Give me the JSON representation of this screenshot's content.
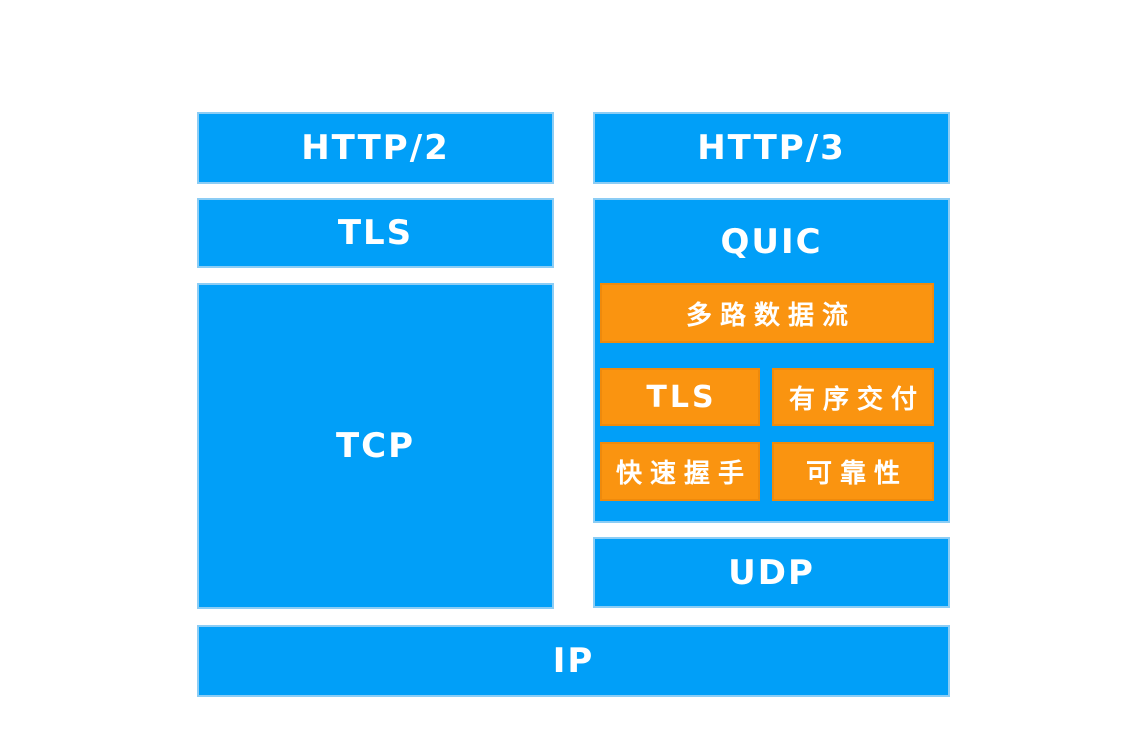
{
  "diagram": {
    "left_stack": {
      "http2": "HTTP/2",
      "tls": "TLS",
      "tcp": "TCP"
    },
    "right_stack": {
      "http3": "HTTP/3",
      "quic": {
        "label": "QUIC",
        "features": {
          "multiplexed_streams": "多路数据流",
          "tls": "TLS",
          "ordered_delivery": "有序交付",
          "fast_handshake": "快速握手",
          "reliability": "可靠性"
        }
      },
      "udp": "UDP"
    },
    "shared": {
      "ip": "IP"
    },
    "colors": {
      "layer_blue": "#019FF8",
      "layer_border_blue": "#8CCDF5",
      "feature_orange": "#FA9410",
      "feature_border_orange": "#EF8A0C",
      "label_text": "#FFFFFF",
      "background": "#FFFFFF"
    }
  }
}
